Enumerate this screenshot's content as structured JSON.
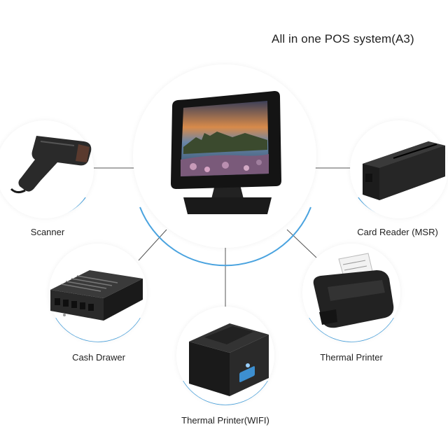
{
  "title": "All in one POS system(A3)",
  "accent_color": "#4aa3df",
  "peripherals": {
    "scanner": {
      "label": "Scanner",
      "icon": "barcode-scanner-icon"
    },
    "card_reader": {
      "label": "Card Reader (MSR)",
      "icon": "card-reader-icon"
    },
    "cash_drawer": {
      "label": "Cash Drawer",
      "icon": "cash-drawer-icon"
    },
    "thermal_printer": {
      "label": "Thermal Printer",
      "icon": "thermal-printer-icon"
    },
    "thermal_printer_wifi": {
      "label": "Thermal Printer(WIFI)",
      "icon": "wifi-thermal-printer-icon"
    }
  },
  "center_device": {
    "icon": "pos-terminal-icon"
  }
}
